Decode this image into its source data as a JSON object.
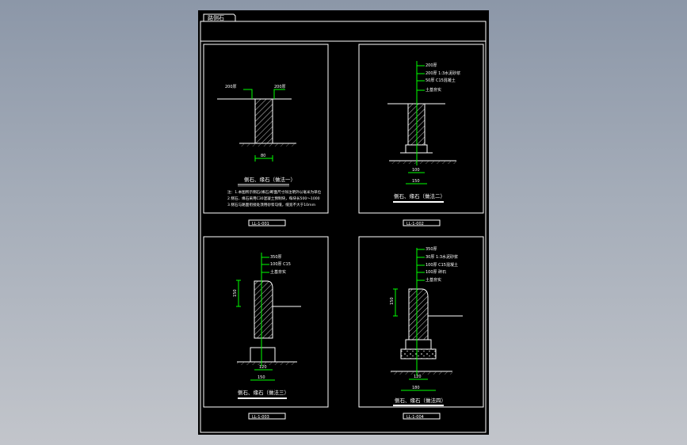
{
  "sheet": {
    "tab_label": "路侧石",
    "colors": {
      "background": "#000000",
      "line": "#ffffff",
      "dimension": "#00ff00",
      "hatch": "#cccccc"
    }
  },
  "panels": [
    {
      "labels": [
        "200厚",
        "200厚"
      ],
      "dimension": "80",
      "caption": "侧石、缘石（做法一）",
      "notes": [
        "注：1.本图所示侧石(缘石)断面尺寸除注明外以毫米为单位",
        "2.侧石、缘石采用C30混凝土预制块，每块长500～1000",
        "3.侧石与路面衔接处须用砂浆勾缝，缝宽不大于10mm"
      ],
      "code": "LL-1-001"
    },
    {
      "labels": [
        "200厚",
        "200厚 1:3水泥砂浆",
        "50厚 C15混凝土",
        "土基夯实"
      ],
      "dimensions": [
        "100",
        "150"
      ],
      "caption": "侧石、缘石（做法二）",
      "code": "LL-1-002"
    },
    {
      "labels": [
        "350厚",
        "100厚 C15",
        "土基夯实"
      ],
      "dimensions": [
        "150",
        "120",
        "150"
      ],
      "caption": "侧石、缘石（做法三）",
      "code": "LL-1-003"
    },
    {
      "labels": [
        "350厚",
        "30厚 1:3水泥砂浆",
        "100厚 C15混凝土",
        "100厚 碎石",
        "土基夯实"
      ],
      "dimensions": [
        "150",
        "120",
        "180"
      ],
      "caption": "侧石、缘石（做法四）",
      "code": "LL-1-004"
    }
  ]
}
